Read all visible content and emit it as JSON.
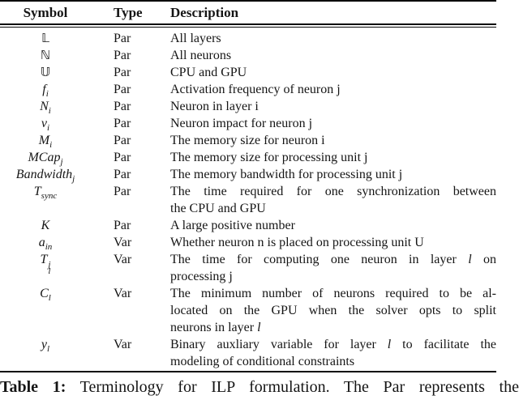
{
  "colors": {
    "background": "#ffffff",
    "text": "#151515",
    "rule": "#0a0a0a"
  },
  "table": {
    "columns": [
      "Symbol",
      "Type",
      "Description"
    ],
    "rows": [
      {
        "symbol": {
          "base": "𝕃",
          "italic": false
        },
        "type": "Par",
        "desc_lines": [
          "All layers"
        ]
      },
      {
        "symbol": {
          "base": "ℕ",
          "italic": false
        },
        "type": "Par",
        "desc_lines": [
          "All neurons"
        ]
      },
      {
        "symbol": {
          "base": "𝕌",
          "italic": false
        },
        "type": "Par",
        "desc_lines": [
          "CPU and GPU"
        ]
      },
      {
        "symbol": {
          "base": "f",
          "italic": true,
          "sub": "i"
        },
        "type": "Par",
        "desc_lines": [
          "Activation frequency of neuron j"
        ]
      },
      {
        "symbol": {
          "base": "N",
          "italic": true,
          "sub": "i"
        },
        "type": "Par",
        "desc_lines": [
          "Neuron in layer i"
        ]
      },
      {
        "symbol": {
          "base": "v",
          "italic": true,
          "sub": "i"
        },
        "type": "Par",
        "desc_lines": [
          "Neuron impact for neuron j"
        ]
      },
      {
        "symbol": {
          "base": "M",
          "italic": true,
          "sub": "i"
        },
        "type": "Par",
        "desc_lines": [
          "The memory size for neuron i"
        ]
      },
      {
        "symbol": {
          "base": "MCap",
          "italic": true,
          "sub": "j"
        },
        "type": "Par",
        "desc_lines": [
          "The memory size for processing unit j"
        ]
      },
      {
        "symbol": {
          "base": "Bandwidth",
          "italic": true,
          "sub": "j"
        },
        "type": "Par",
        "desc_lines": [
          "The memory bandwidth for processing unit j"
        ]
      },
      {
        "symbol": {
          "base": "T",
          "italic": true,
          "sub": "sync"
        },
        "type": "Par",
        "desc_lines": [
          "The time required for one synchronization between",
          "the CPU and GPU"
        ]
      },
      {
        "symbol": {
          "base": "K",
          "italic": true
        },
        "type": "Par",
        "desc_lines": [
          "A large positive number"
        ]
      },
      {
        "symbol": {
          "base": "a",
          "italic": true,
          "sub": "in"
        },
        "type": "Var",
        "desc_lines": [
          "Whether neuron n is placed on processing unit U"
        ]
      },
      {
        "symbol": {
          "base": "T",
          "italic": true,
          "sub": "l",
          "sup": "j"
        },
        "type": "Var",
        "desc_lines": [
          "The time for computing one neuron in layer *l* on",
          "processing j"
        ]
      },
      {
        "symbol": {
          "base": "C",
          "italic": true,
          "sub": "l"
        },
        "type": "Var",
        "desc_lines": [
          "The minimum number of neurons required to be al-",
          "located on the GPU when the solver opts to split",
          "neurons in layer *l*"
        ]
      },
      {
        "symbol": {
          "base": "y",
          "italic": true,
          "sub": "l"
        },
        "type": "Var",
        "desc_lines": [
          "Binary auxliary variable for layer *l* to facilitate the",
          "modeling of conditional constraints"
        ]
      }
    ]
  },
  "caption": {
    "label": "Table 1:",
    "text": "Terminology for ILP formulation. The Par represents the"
  }
}
